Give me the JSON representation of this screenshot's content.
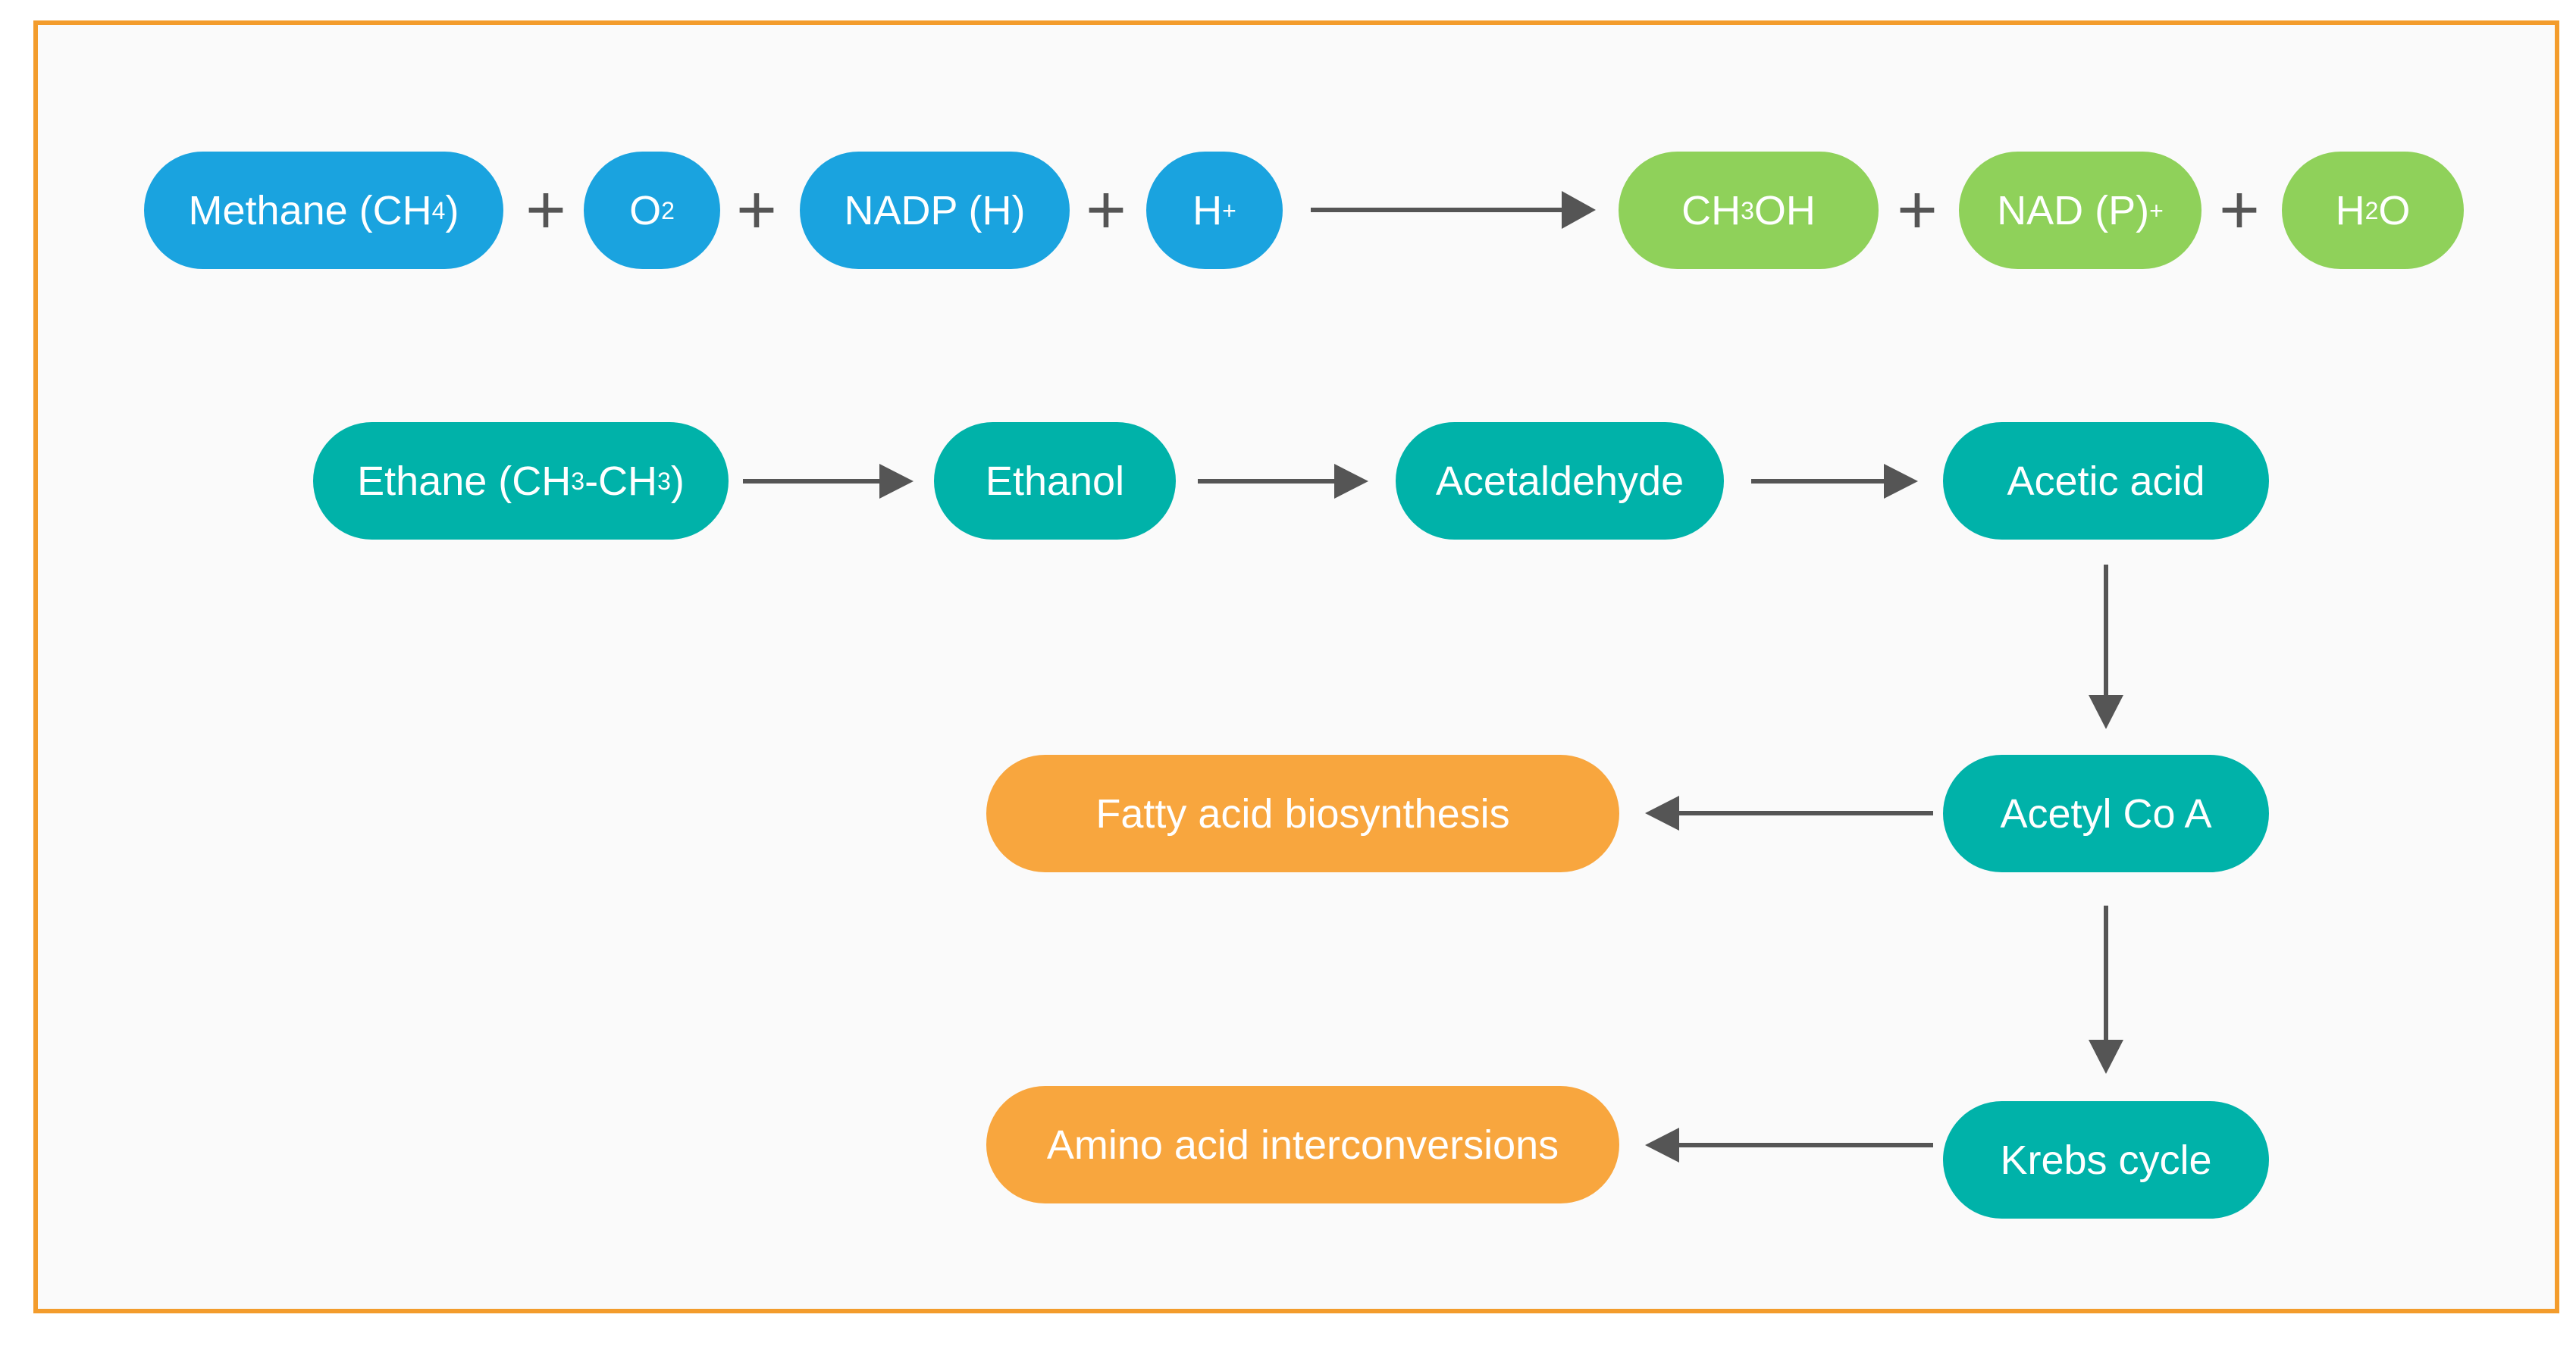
{
  "colors": {
    "frame": "#f39c2c",
    "reactant": "#1aa3df",
    "product": "#8fd15a",
    "pathway": "#00b2a9",
    "outcome": "#f8a63e",
    "arrow": "#555555"
  },
  "equation": {
    "reactants": [
      {
        "label": "Methane (CH",
        "sub": "4",
        "tail": ")"
      },
      {
        "label": "O",
        "sub": "2"
      },
      {
        "label": "NADP (H)"
      },
      {
        "label": "H",
        "sup": "+"
      }
    ],
    "products": [
      {
        "label": "CH",
        "sub": "3",
        "tail": "OH"
      },
      {
        "label": "NAD (P)",
        "sup": "+"
      },
      {
        "label": "H",
        "sub": "2",
        "tail": "O"
      }
    ],
    "plus": "+"
  },
  "pathway": {
    "ethane": {
      "label": "Ethane (CH",
      "sub1": "3",
      "mid": "-CH",
      "sub2": "3",
      "tail": ")"
    },
    "ethanol": "Ethanol",
    "acetaldehyde": "Acetaldehyde",
    "acetic_acid": "Acetic acid",
    "acetyl_coa": "Acetyl Co A",
    "krebs": "Krebs cycle",
    "fatty_acid": "Fatty acid biosynthesis",
    "amino_acid": "Amino acid interconversions"
  }
}
